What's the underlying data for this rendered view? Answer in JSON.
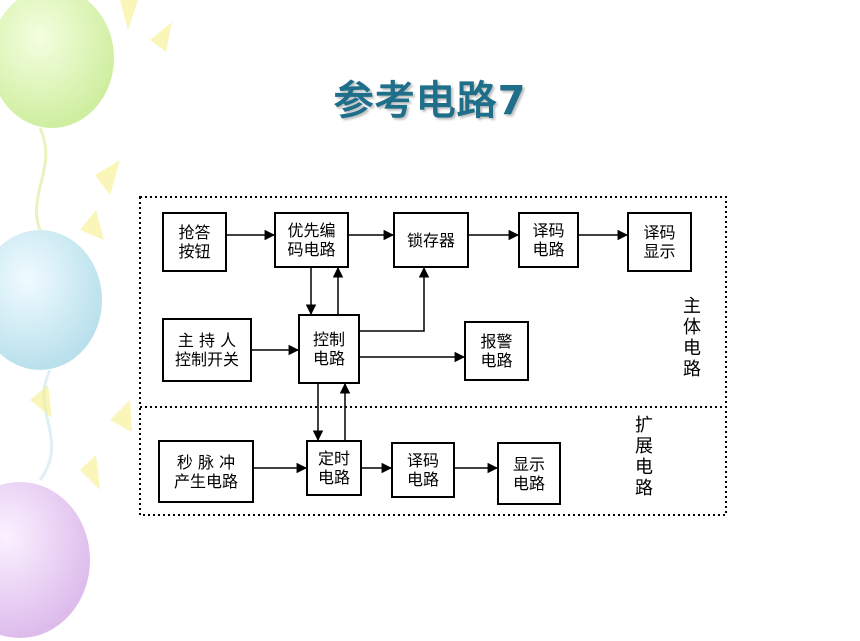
{
  "title": "参考电路7",
  "regions": {
    "main_label": "主体电路",
    "expand_label": "扩展电路"
  },
  "blocks": {
    "buttons": "抢答\n按钮",
    "priority_encoder": "优先编\n码电路",
    "latch": "锁存器",
    "decoder1": "译码\n电路",
    "decode_display": "译码\n显示",
    "host_switch": "主 持 人\n控制开关",
    "control": "控制\n电路",
    "alarm": "报警\n电路",
    "second_pulse": "秒 脉 冲\n产生电路",
    "timer": "定时\n电路",
    "decoder2": "译码\n电路",
    "display": "显示\n电路"
  },
  "colors": {
    "title": "#1f6f8b",
    "line": "#000000",
    "balloon_green": "#d8f0a8",
    "balloon_blue": "#bfe3ee",
    "balloon_purple": "#e6c8f0",
    "ribbon_yellow": "#f6ef8a"
  }
}
